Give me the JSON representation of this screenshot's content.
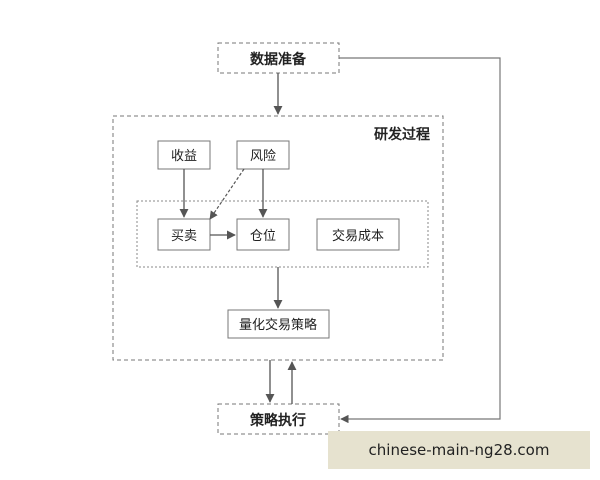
{
  "nodes": {
    "data_prep": "数据准备",
    "rd_process": "研发过程",
    "returns": "收益",
    "risk": "风险",
    "buy_sell": "买卖",
    "position": "仓位",
    "transaction_cost": "交易成本",
    "quant_strategy": "量化交易策略",
    "strategy_execution": "策略执行"
  },
  "watermark": {
    "text": "chinese-main-ng28.com"
  },
  "colors": {
    "line": "#555555",
    "box_border": "#777777",
    "watermark_bg": "#e6e2cf"
  }
}
